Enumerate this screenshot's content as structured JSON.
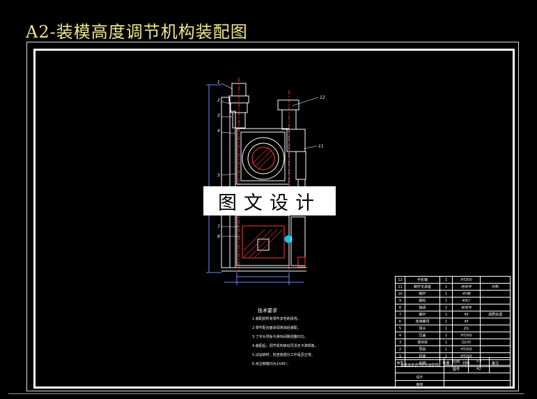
{
  "title": "A2-装模高度调节机构装配图",
  "watermark": "图文设计",
  "callouts": [
    "1",
    "2",
    "3",
    "4",
    "5",
    "7",
    "8",
    "11",
    "12"
  ],
  "tech_requirements": {
    "title": "技术要求",
    "notes": [
      "1.装配前所有零件去毛刺清洗。",
      "2.零件配合面涂润滑油后装配。",
      "3.丁字头导轨与滑块间隙调整均匀。",
      "4.装配后，调节机构转动灵活无卡滞现象。",
      "5.试运转时，检查各部分工作是否正常。",
      "6.未注倒角均为1X45°。"
    ]
  },
  "bom": {
    "rows": [
      [
        "12",
        "手轮轴",
        "1",
        "HT200",
        ""
      ],
      [
        "11",
        "蜗杆支承座",
        "1",
        "组合件",
        "外购"
      ],
      [
        "10",
        "蜗杆",
        "1",
        "45钢",
        ""
      ],
      [
        "9",
        "蜗轮",
        "1",
        "40Cr",
        ""
      ],
      [
        "8",
        "轴承",
        "2",
        "标准件",
        ""
      ],
      [
        "7",
        "螺杆",
        "1",
        "45",
        "调质处理"
      ],
      [
        "6",
        "连接螺母",
        "1",
        "45",
        ""
      ],
      [
        "5",
        "球头",
        "1",
        "ZG",
        ""
      ],
      [
        "4",
        "压盖",
        "1",
        "HT200",
        ""
      ],
      [
        "3",
        "滑块体",
        "1",
        "Q235",
        ""
      ],
      [
        "2",
        "导轨",
        "1",
        "HT200",
        ""
      ],
      [
        "1",
        "机座",
        "1",
        "HT200",
        ""
      ]
    ],
    "header": [
      "序号",
      "名称",
      "数量",
      "材料",
      "备注"
    ]
  },
  "title_block": {
    "drawing_name": "装模高度调节机构装配图",
    "scale_label": "比例",
    "scale_value": "1:2",
    "sheet_label": "图号",
    "sheet_value": "A2",
    "designer_label": "设计",
    "checker_label": "审核"
  },
  "colors": {
    "background": "#000000",
    "title": "#f0e68c",
    "line_primary": "#ffffff",
    "hatch": "#ff3b3b",
    "dimension": "#6a8cff",
    "highlight": "#00c8ff"
  }
}
